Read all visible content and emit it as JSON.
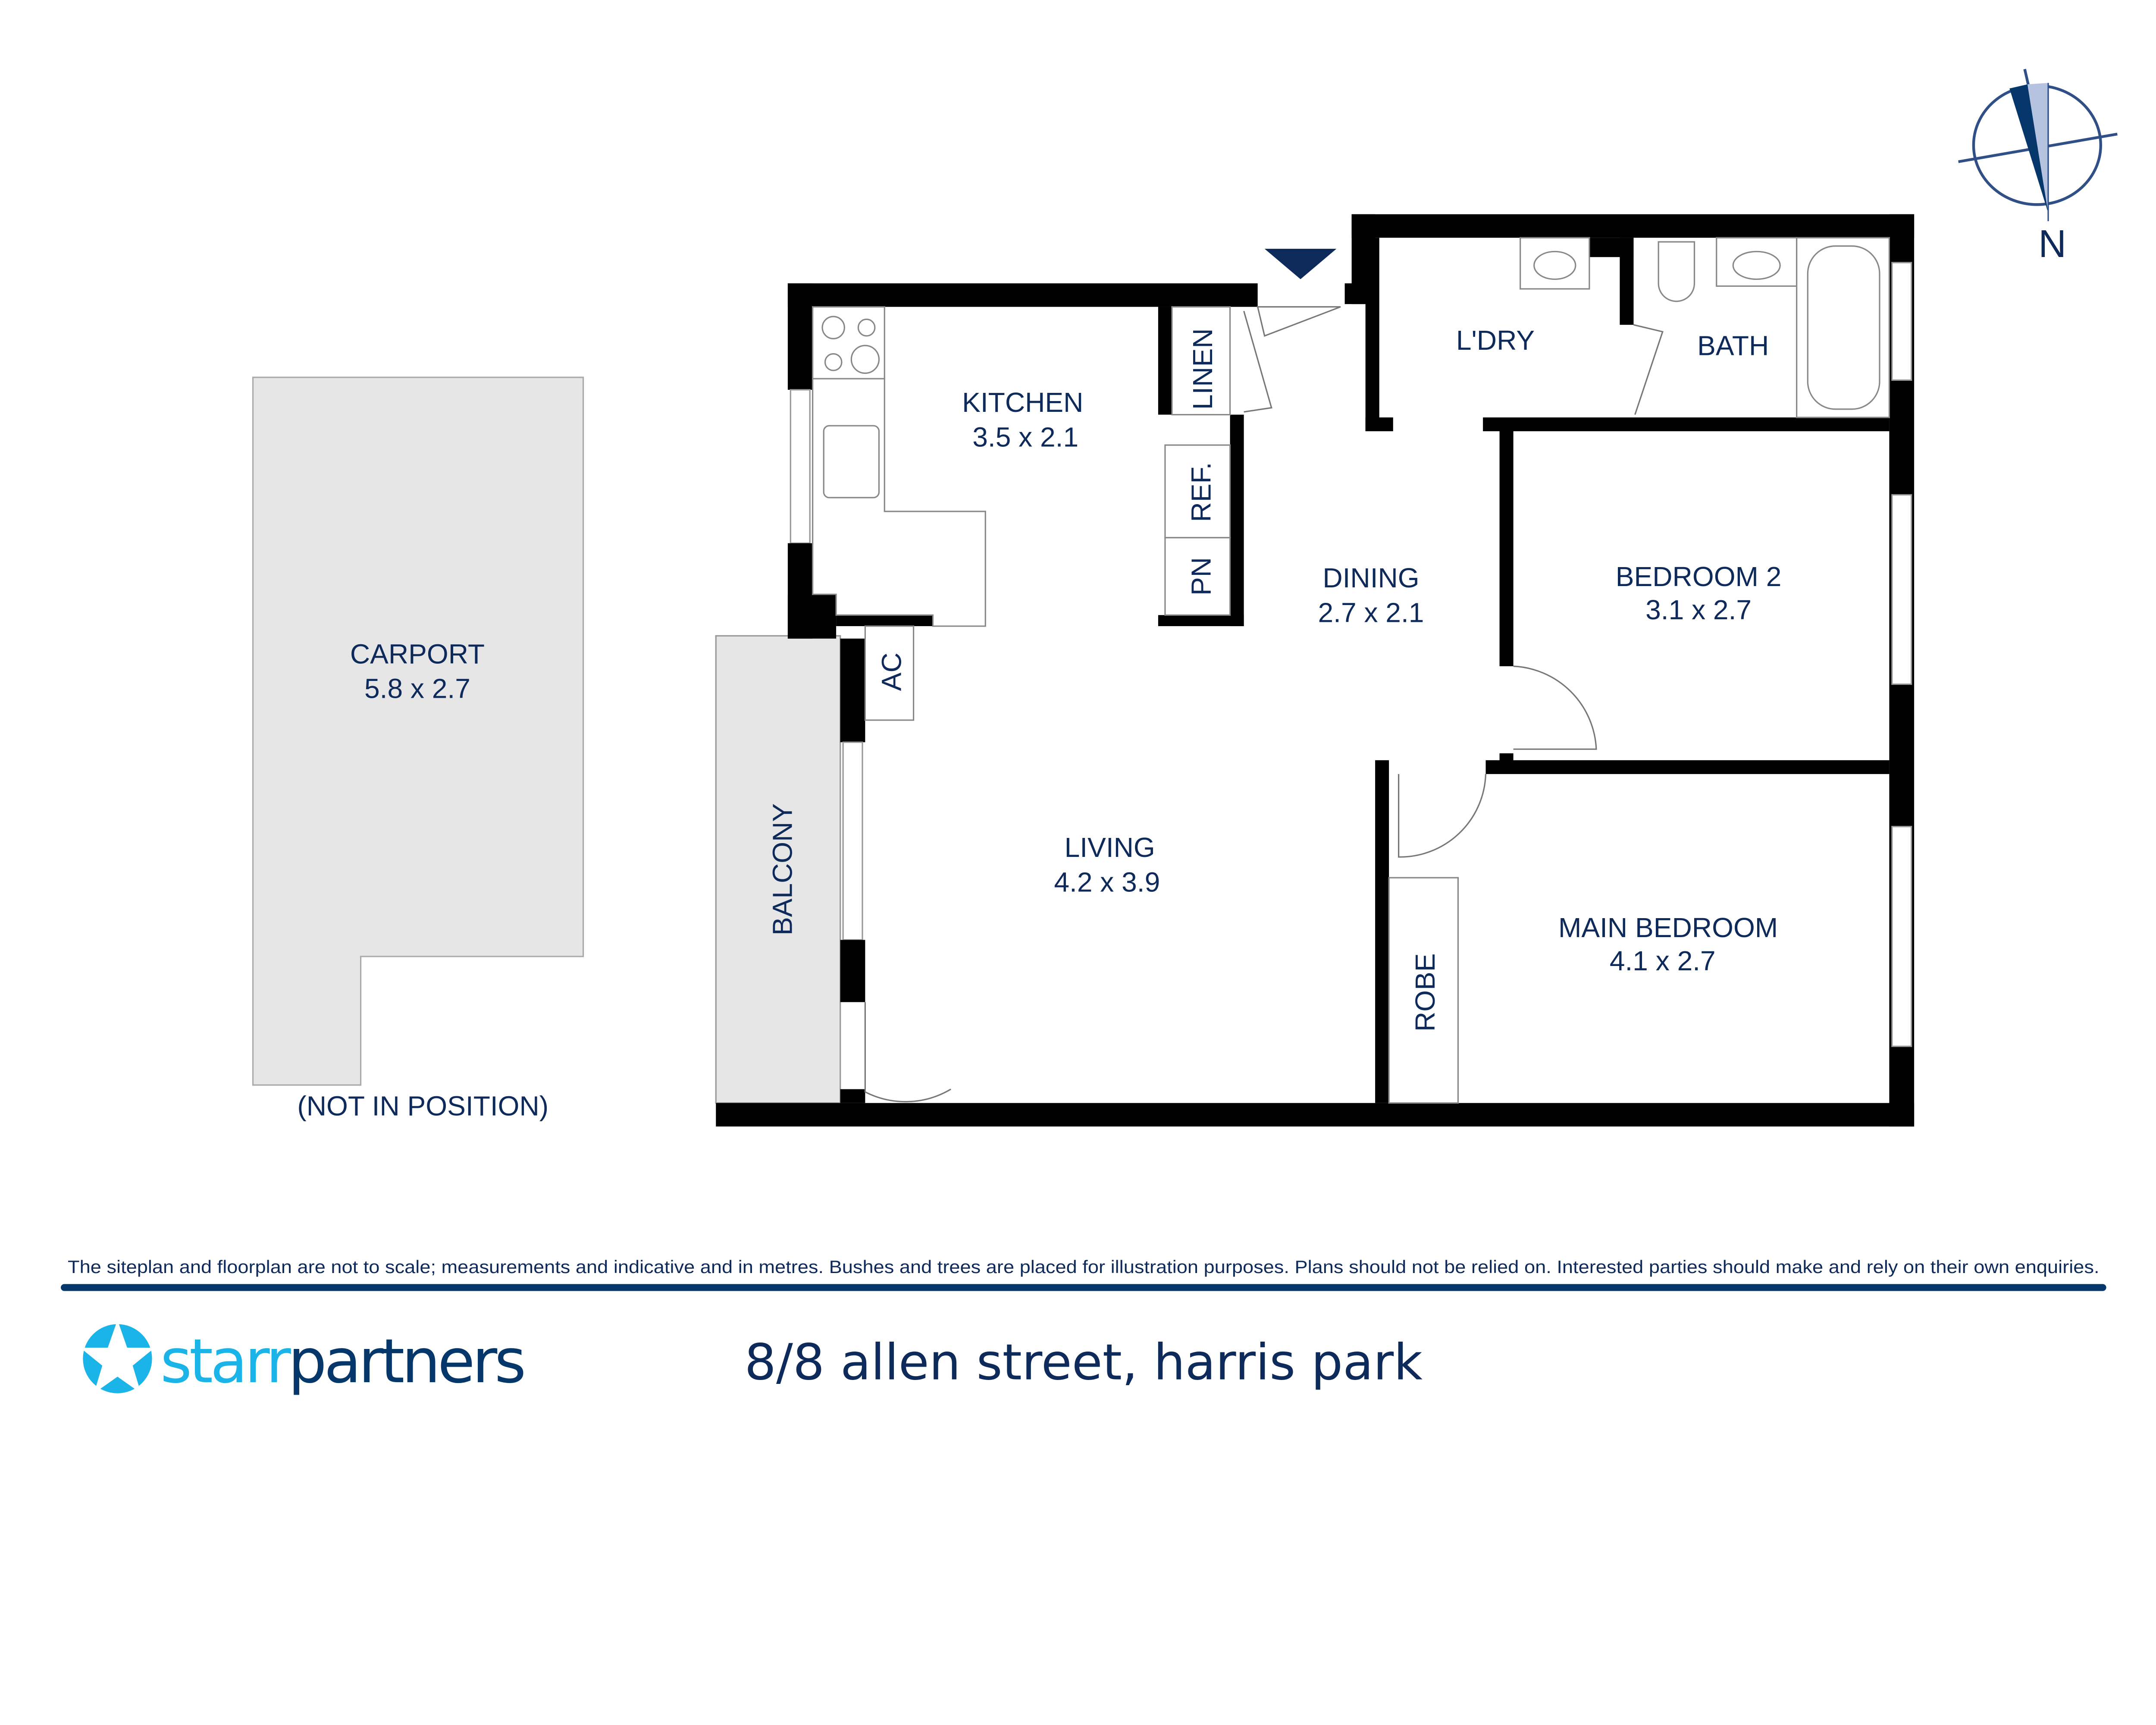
{
  "address": "8/8 allen street, harris park",
  "brand": {
    "name_part1": "starr",
    "name_part2": "partners",
    "color_light": "#1ab4e8",
    "color_dark": "#05376b"
  },
  "disclaimer": "The siteplan and floorplan are not to scale; measurements and indicative and in metres. Bushes and trees are placed for illustration purposes. Plans should not be relied on. Interested parties should make and rely on their own enquiries.",
  "compass": {
    "label": "N",
    "icon": "north-arrow-icon"
  },
  "carport": {
    "name": "CARPORT",
    "size": "5.8 x 2.7",
    "note": "(NOT IN POSITION)"
  },
  "rooms": {
    "kitchen": {
      "name": "KITCHEN",
      "size": "3.5 x 2.1"
    },
    "dining": {
      "name": "DINING",
      "size": "2.7 x 2.1"
    },
    "living": {
      "name": "LIVING",
      "size": "4.2 x 3.9"
    },
    "bedroom2": {
      "name": "BEDROOM 2",
      "size": "3.1 x 2.7"
    },
    "main_bedroom": {
      "name": "MAIN BEDROOM",
      "size": "4.1 x 2.7"
    },
    "laundry": {
      "name": "L'DRY"
    },
    "bath": {
      "name": "BATH"
    },
    "balcony": {
      "name": "BALCONY"
    },
    "linen": {
      "name": "LINEN"
    },
    "ref": {
      "name": "REF."
    },
    "pantry": {
      "name": "PN"
    },
    "ac": {
      "name": "AC"
    },
    "robe": {
      "name": "ROBE"
    }
  },
  "colors": {
    "text": "#0e2a5a",
    "rule": "#05376b",
    "carport_fill": "#e6e6e6"
  }
}
